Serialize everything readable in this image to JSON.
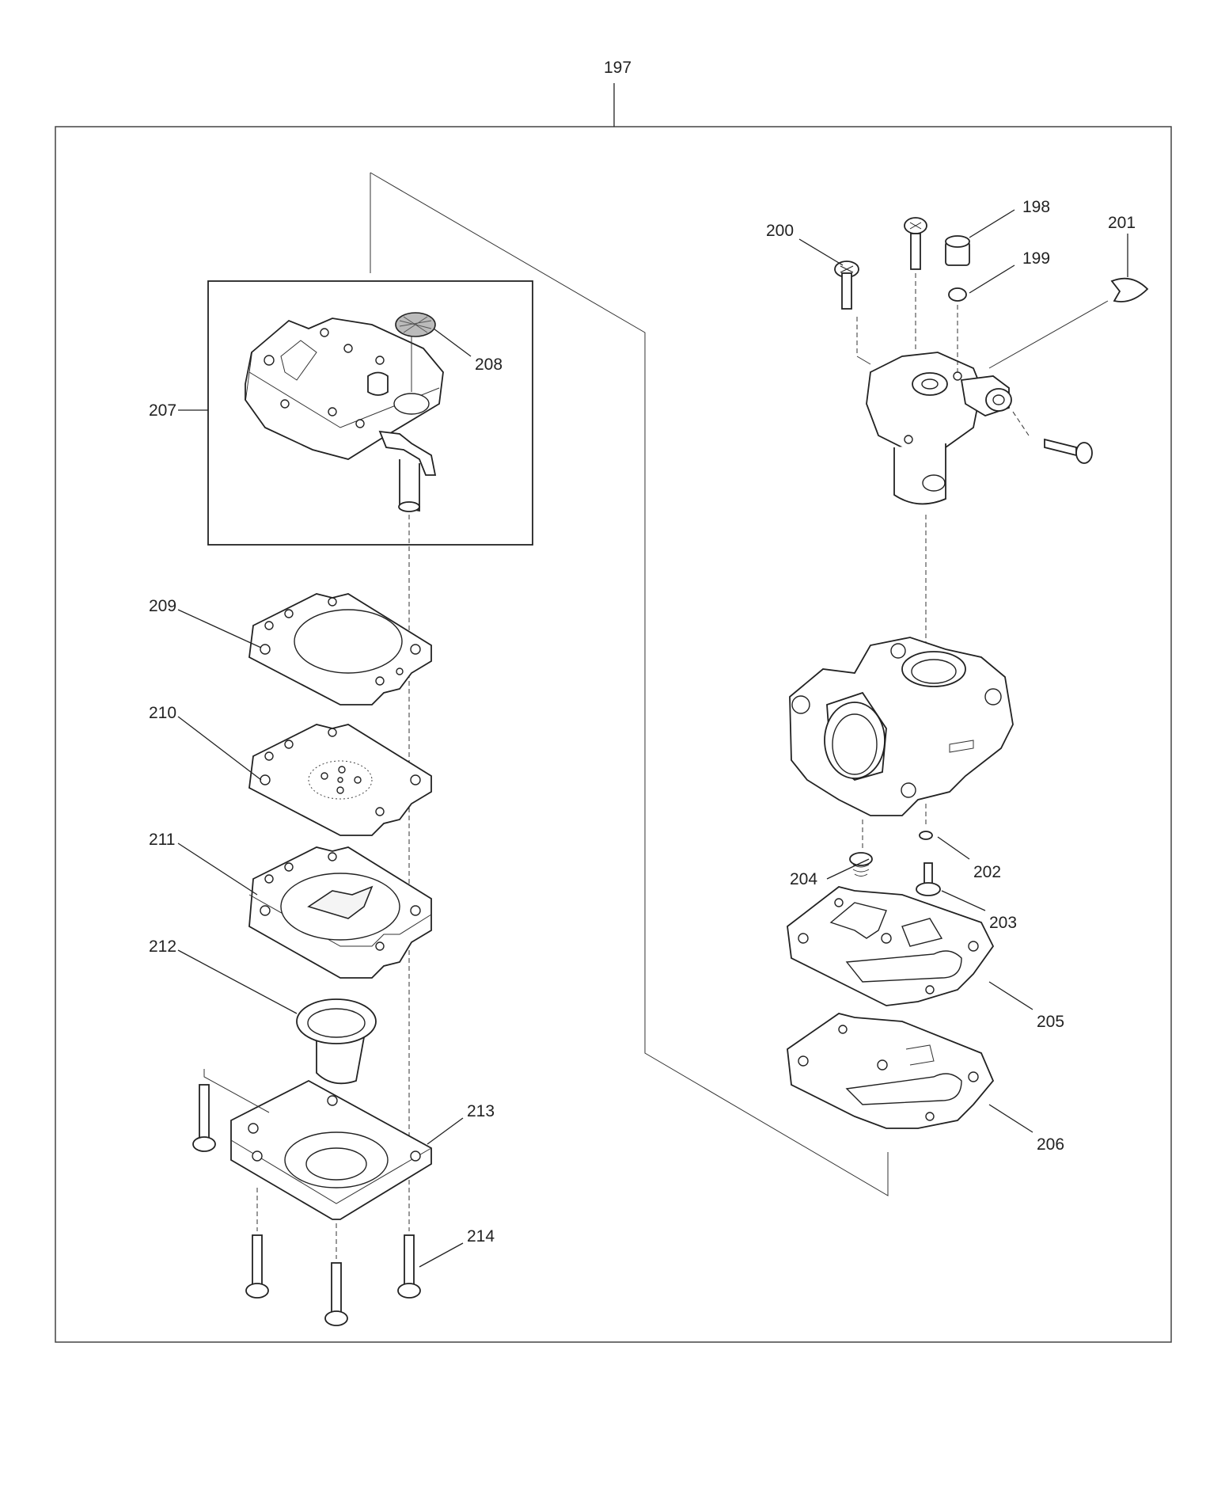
{
  "diagram": {
    "callouts": {
      "c197": "197",
      "c198": "198",
      "c199": "199",
      "c200": "200",
      "c201": "201",
      "c202": "202",
      "c203": "203",
      "c204": "204",
      "c205": "205",
      "c206": "206",
      "c207": "207",
      "c208": "208",
      "c209": "209",
      "c210": "210",
      "c211": "211",
      "c212": "212",
      "c213": "213",
      "c214": "214"
    }
  }
}
